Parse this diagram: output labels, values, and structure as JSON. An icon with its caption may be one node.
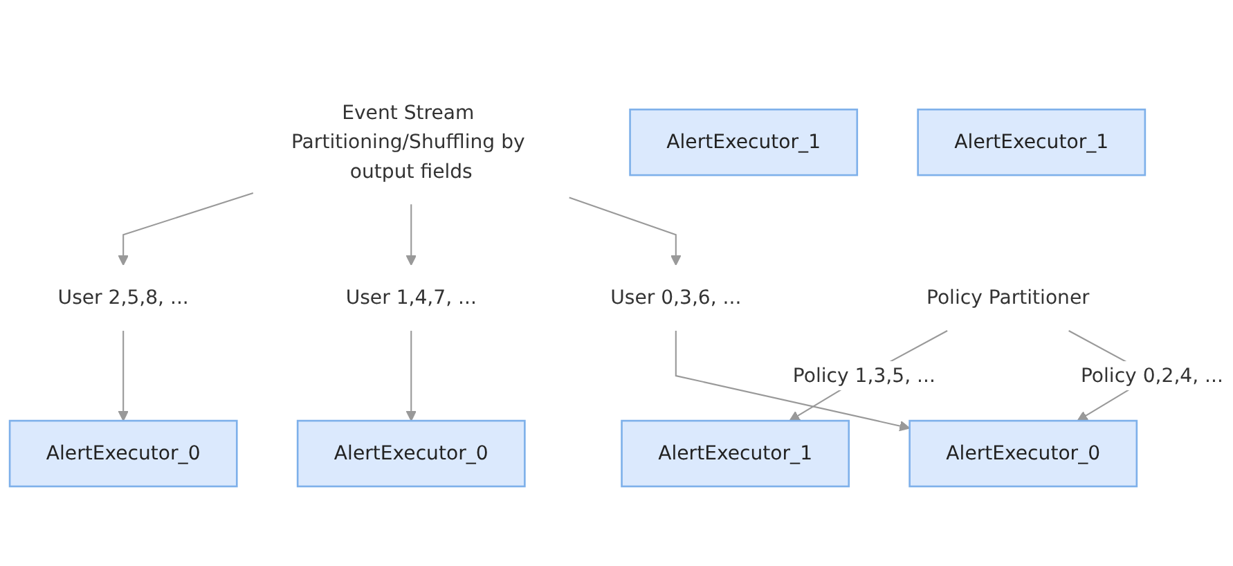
{
  "diagram": {
    "nodes": [
      {
        "text": [
          "Event Stream Partitioning/Shuffling by output fields"
        ]
      },
      {
        "text": [
          "User 0,3,6, ..."
        ]
      },
      {
        "text": [
          "User 1,4,7, ..."
        ]
      },
      {
        "text": [
          "User 2,5,8, ..."
        ]
      },
      {
        "text": [
          "AlertExecutor_0"
        ]
      },
      {
        "text": [
          "AlertExecutor_0"
        ]
      },
      {
        "text": [
          "AlertExecutor_0"
        ]
      },
      {
        "text": [
          "Policy Partitioner"
        ]
      },
      {
        "text": [
          "AlertExecutor_1"
        ]
      },
      {
        "text": [
          "AlertExecutor_1"
        ]
      },
      {
        "text": [
          "AlertExecutor_1"
        ]
      }
    ],
    "edges": [
      {
        "from": 0,
        "to": 1,
        "arrow": "to"
      },
      {
        "from": 0,
        "to": 2,
        "arrow": "to"
      },
      {
        "from": 0,
        "to": 3,
        "arrow": "to"
      },
      {
        "from": 1,
        "to": 4,
        "arrow": "to"
      },
      {
        "from": 2,
        "to": 5,
        "arrow": "to"
      },
      {
        "from": 3,
        "to": 6,
        "arrow": "to"
      },
      {
        "from": 7,
        "to": 4,
        "label": "Policy 0,2,4, ...",
        "arrow": "to"
      },
      {
        "from": 7,
        "to": 8,
        "label": "Policy 1,3,5, ...",
        "arrow": "to"
      }
    ]
  }
}
